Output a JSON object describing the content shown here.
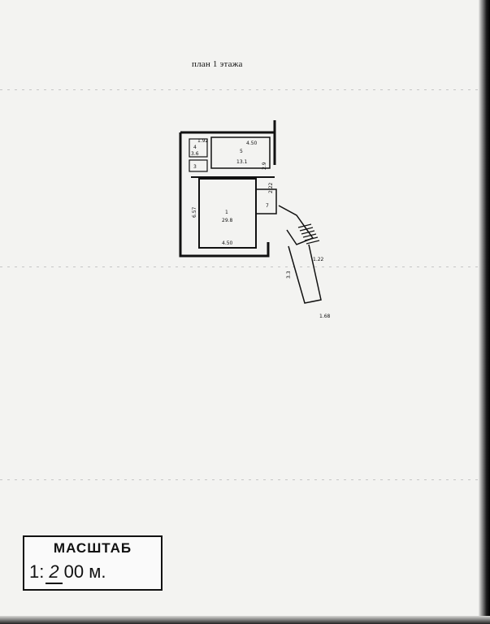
{
  "title": "план 1 этажа",
  "rooms": [
    {
      "number": "1",
      "area": "29.8"
    },
    {
      "number": "5",
      "area": "13.1"
    },
    {
      "number": "4",
      "area": "3.6"
    },
    {
      "number": "3",
      "area": ""
    },
    {
      "number": "7",
      "area": ""
    }
  ],
  "dimensions": [
    "1.92",
    "4.50",
    "4.50",
    "6.57",
    "2.22",
    "1.22",
    "1.68",
    "2.9",
    "3.3"
  ],
  "scale": {
    "label": "МАСШТАБ",
    "prefix": "1:",
    "handwritten": "2",
    "suffix": "00 м."
  }
}
